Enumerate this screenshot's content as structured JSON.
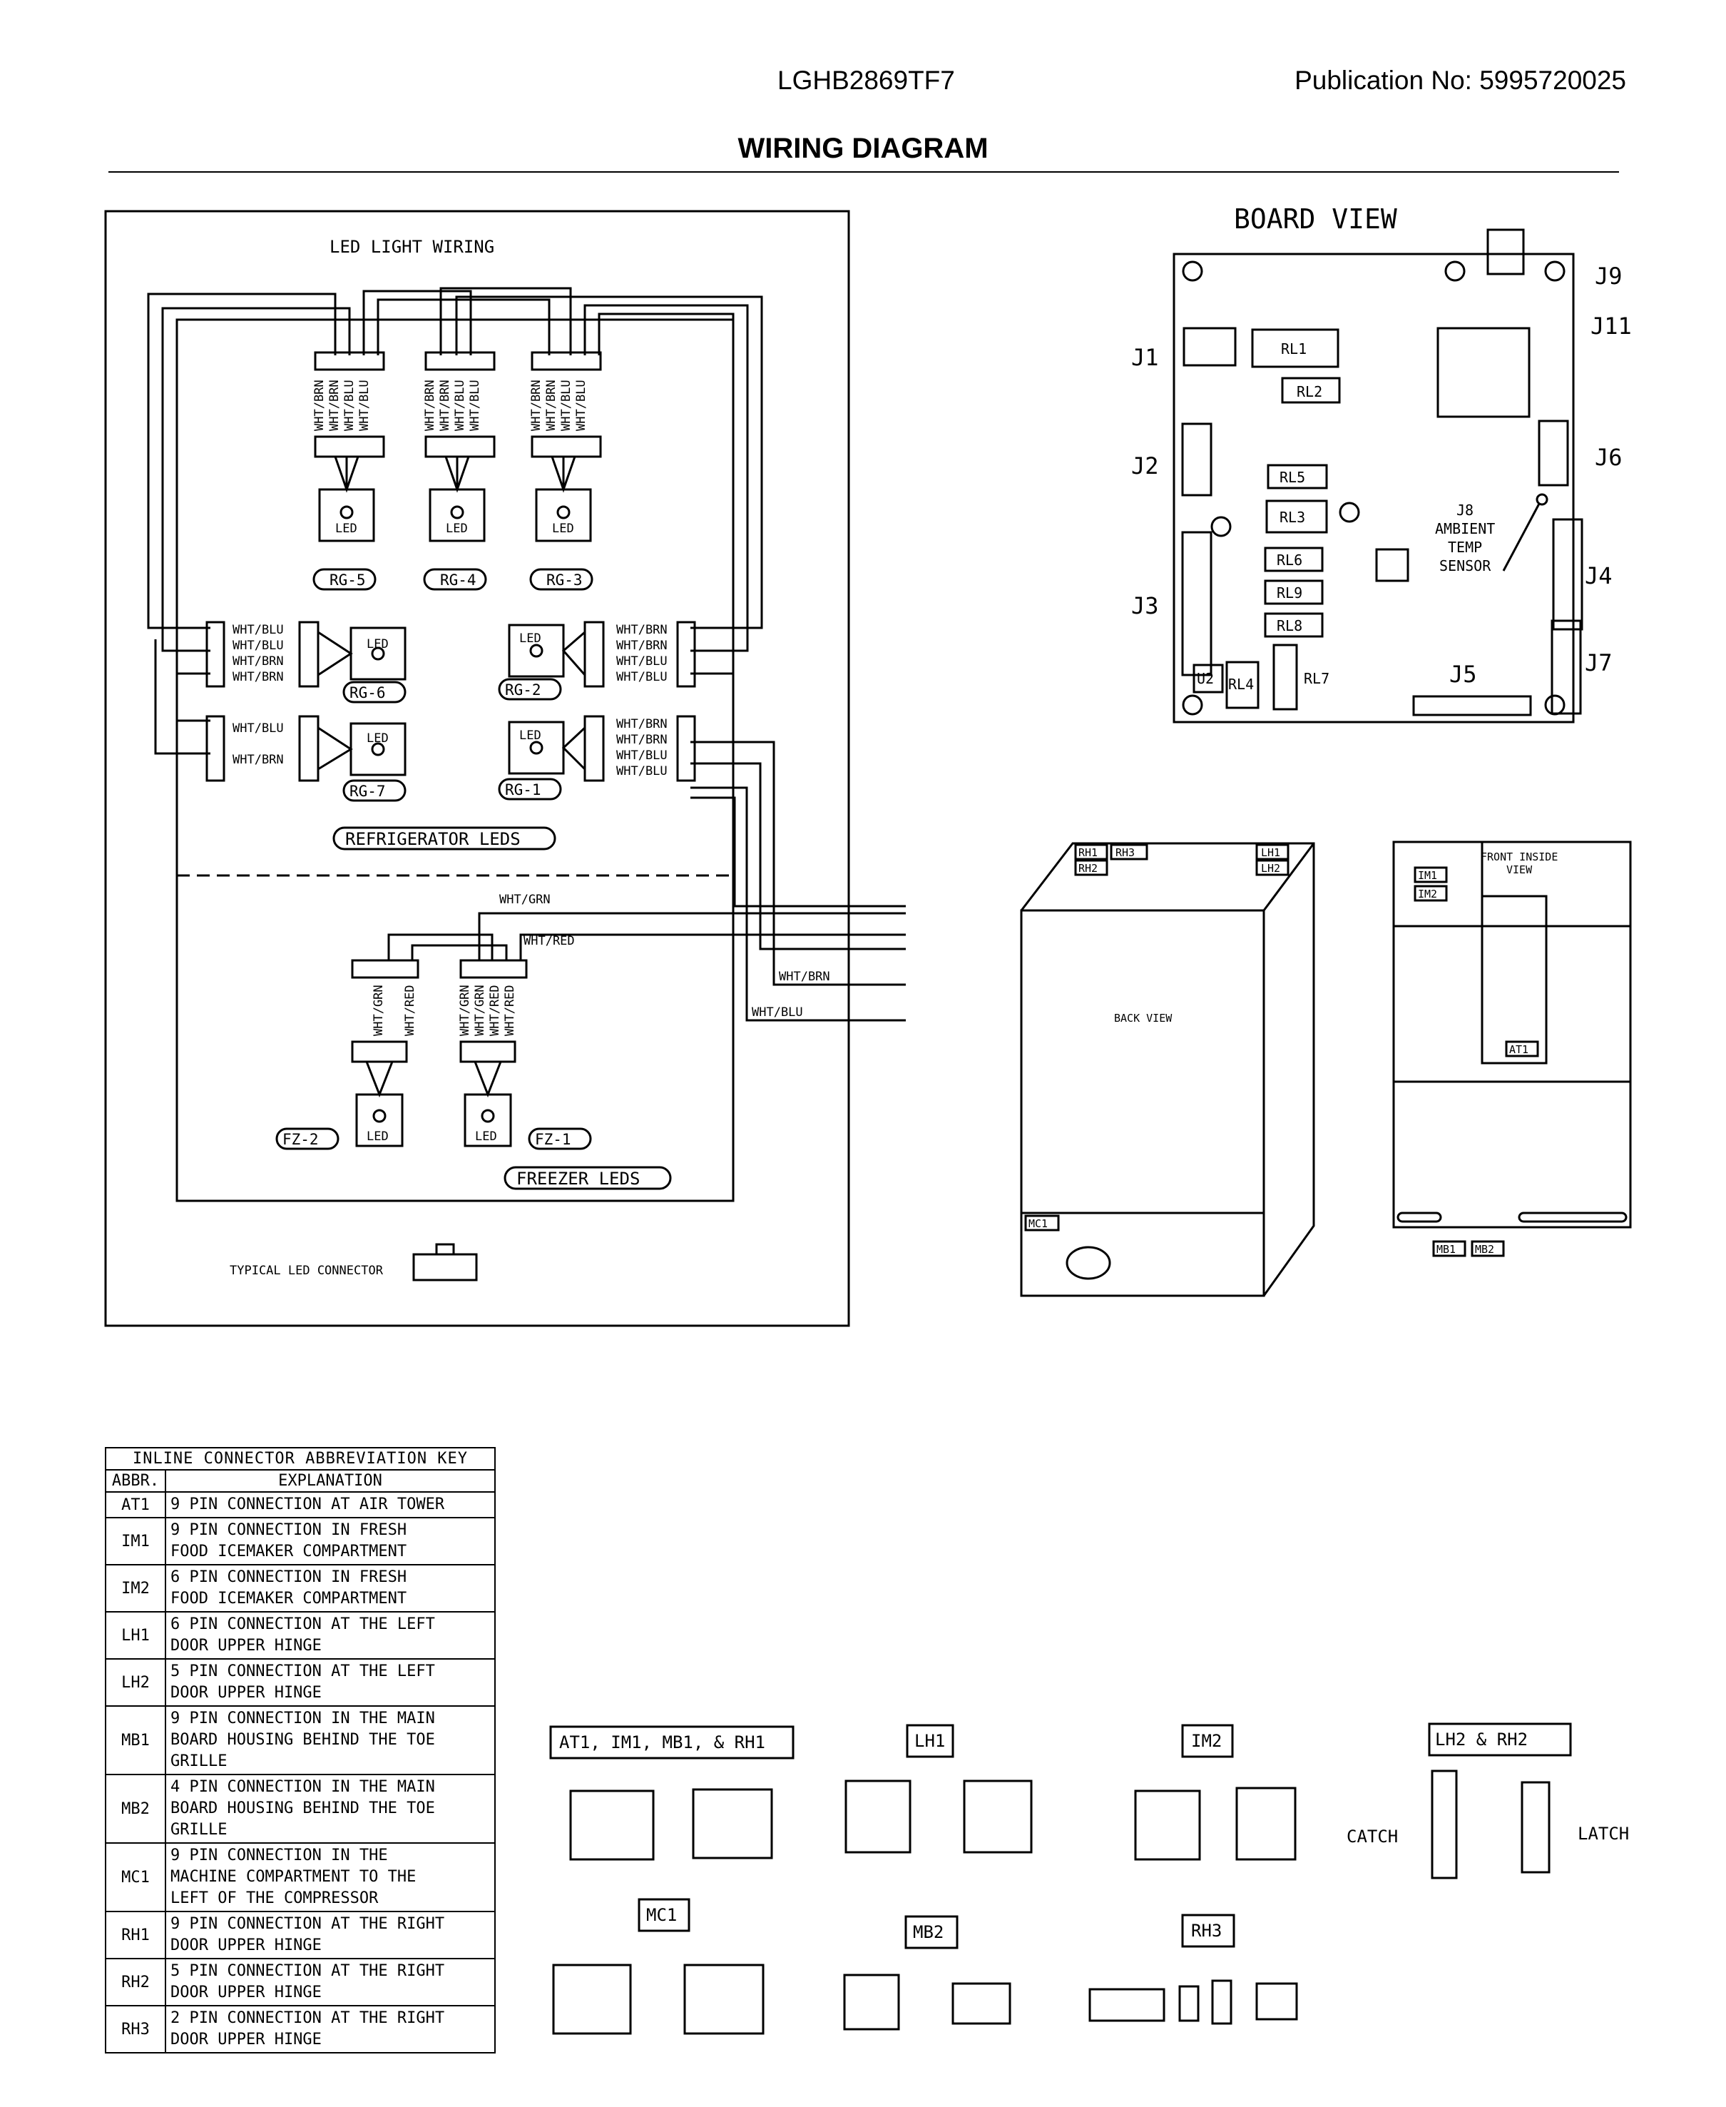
{
  "header": {
    "model": "LGHB2869TF7",
    "publication": "Publication No:  5995720025",
    "title": "WIRING DIAGRAM"
  },
  "led_panel": {
    "title": "LED LIGHT WIRING",
    "refrigerator_label": "REFRIGERATOR LEDS",
    "freezer_label": "FREEZER LEDS",
    "typical_connector": "TYPICAL LED CONNECTOR",
    "led_text": "LED",
    "modules": [
      "RG-5",
      "RG-4",
      "RG-3",
      "RG-6",
      "RG-2",
      "RG-7",
      "RG-1",
      "FZ-2",
      "FZ-1"
    ],
    "top_wire_labels": [
      "WHT/BRN",
      "WHT/BRN",
      "WHT/BLU",
      "WHT/BLU"
    ],
    "left_labels_rg6": [
      "WHT/BLU",
      "WHT/BLU",
      "WHT/BRN",
      "WHT/BRN"
    ],
    "left_labels_rg7": [
      "WHT/BLU",
      "WHT/BRN"
    ],
    "right_labels": [
      "WHT/BRN",
      "WHT/BRN",
      "WHT/BLU",
      "WHT/BLU"
    ],
    "fz2_wires": [
      "WHT/GRN",
      "WHT/RED"
    ],
    "fz1_wires": [
      "WHT/GRN",
      "WHT/GRN",
      "WHT/RED",
      "WHT/RED"
    ],
    "trunk_labels": [
      "WHT/GRN",
      "WHT/RED",
      "WHT/BRN",
      "WHT/BLU"
    ]
  },
  "board_view": {
    "title": "BOARD VIEW",
    "connectors": [
      "J1",
      "J2",
      "J3",
      "J4",
      "J5",
      "J6",
      "J7",
      "J9",
      "J11"
    ],
    "relays": [
      "RL1",
      "RL2",
      "RL5",
      "RL3",
      "RL6",
      "RL9",
      "RL8",
      "RL4",
      "RL7"
    ],
    "u2": "U2",
    "sensor": [
      "J8",
      "AMBIENT",
      "TEMP",
      "SENSOR"
    ]
  },
  "back_view": {
    "label": "BACK VIEW",
    "tags": [
      "RH1",
      "RH3",
      "RH2",
      "LH1",
      "LH2",
      "MC1"
    ]
  },
  "front_view": {
    "label": [
      "FRONT INSIDE",
      "VIEW"
    ],
    "tags": [
      "IM1",
      "IM2",
      "AT1",
      "MB1",
      "MB2"
    ]
  },
  "key": {
    "title": "INLINE CONNECTOR ABBREVIATION KEY",
    "col_abbr": "ABBR.",
    "col_expl": "EXPLANATION",
    "rows": [
      {
        "abbr": "AT1",
        "lines": [
          "9 PIN CONNECTION AT AIR TOWER"
        ]
      },
      {
        "abbr": "IM1",
        "lines": [
          "9 PIN CONNECTION IN FRESH",
          "FOOD ICEMAKER COMPARTMENT"
        ]
      },
      {
        "abbr": "IM2",
        "lines": [
          "6 PIN CONNECTION IN FRESH",
          "FOOD ICEMAKER COMPARTMENT"
        ]
      },
      {
        "abbr": "LH1",
        "lines": [
          "6 PIN CONNECTION AT THE LEFT",
          "DOOR UPPER HINGE"
        ]
      },
      {
        "abbr": "LH2",
        "lines": [
          "5 PIN CONNECTION AT THE LEFT",
          "DOOR UPPER HINGE"
        ]
      },
      {
        "abbr": "MB1",
        "lines": [
          "9 PIN CONNECTION IN THE MAIN",
          "BOARD HOUSING BEHIND THE TOE",
          "GRILLE"
        ]
      },
      {
        "abbr": "MB2",
        "lines": [
          "4 PIN CONNECTION IN THE MAIN",
          "BOARD HOUSING BEHIND THE TOE",
          "GRILLE"
        ]
      },
      {
        "abbr": "MC1",
        "lines": [
          "9 PIN CONNECTION IN THE",
          "MACHINE COMPARTMENT TO THE",
          "LEFT OF THE COMPRESSOR"
        ]
      },
      {
        "abbr": "RH1",
        "lines": [
          "9 PIN CONNECTION AT THE RIGHT",
          "DOOR UPPER HINGE"
        ]
      },
      {
        "abbr": "RH2",
        "lines": [
          "5 PIN CONNECTION AT THE RIGHT",
          "DOOR UPPER HINGE"
        ]
      },
      {
        "abbr": "RH3",
        "lines": [
          "2 PIN CONNECTION AT THE RIGHT",
          "DOOR UPPER HINGE"
        ]
      }
    ]
  },
  "connector_details": {
    "at1_group": "AT1, IM1, MB1, & RH1",
    "lh1": "LH1",
    "im2": "IM2",
    "lh2_group": "LH2 & RH2",
    "mc1": "MC1",
    "mb2": "MB2",
    "rh3": "RH3",
    "catch": "CATCH",
    "latch": "LATCH"
  }
}
